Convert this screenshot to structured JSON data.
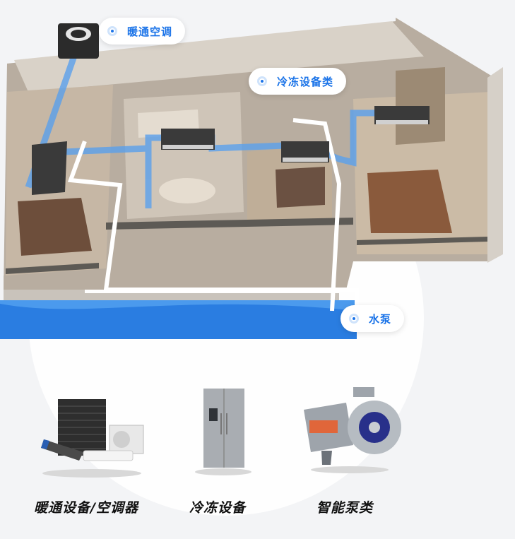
{
  "callouts": {
    "hvac": "暖通空调",
    "refrigeration": "冷冻设备类",
    "pump": "水泵"
  },
  "products": [
    {
      "label": "暖通设备/空调器",
      "icon": "hvac-unit-icon"
    },
    {
      "label": "冷冻设备",
      "icon": "refrigerator-icon"
    },
    {
      "label": "智能泵类",
      "icon": "pump-icon"
    }
  ],
  "colors": {
    "accent": "#1a73e8",
    "water": "#2a7de1",
    "pipe": "#5aa0ec"
  }
}
